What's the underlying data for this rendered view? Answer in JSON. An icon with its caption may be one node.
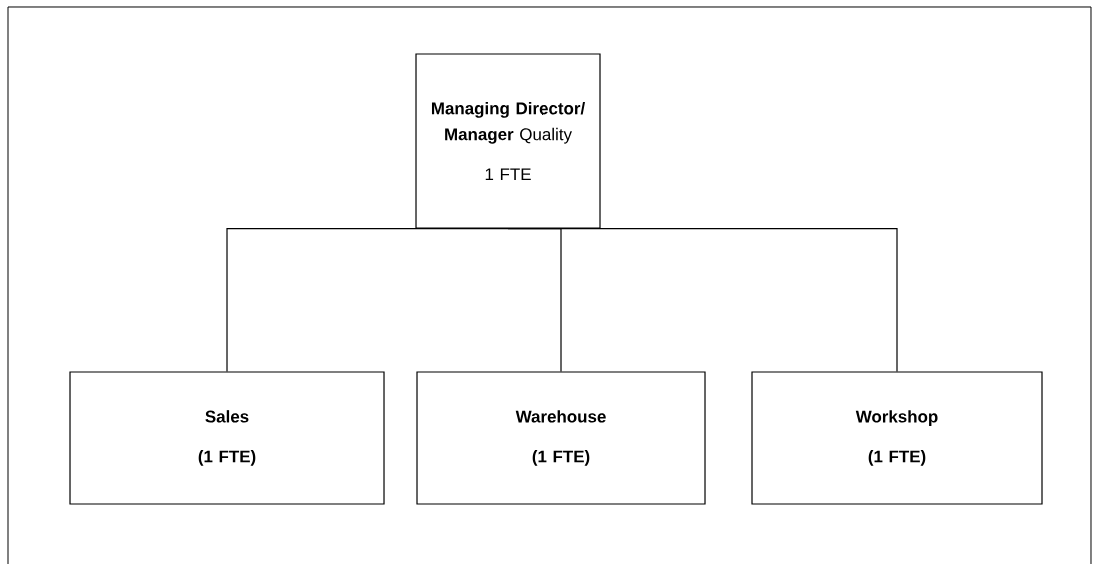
{
  "diagram": {
    "nodes": [
      {
        "text": [
          "**Managing Director/ Manager** Quality",
          "1 FTE"
        ]
      },
      {
        "text": [
          "**Sales**",
          "**(1 FTE)**"
        ]
      },
      {
        "text": [
          "**Warehouse**",
          "**(1 FTE)**"
        ]
      },
      {
        "text": [
          "**Workshop**",
          "**(1 FTE)**"
        ]
      }
    ],
    "edges": [
      {
        "from": 0,
        "to": 1,
        "arrow": "none"
      },
      {
        "from": 0,
        "to": 2,
        "arrow": "none"
      },
      {
        "from": 0,
        "to": 3,
        "arrow": "none"
      }
    ]
  }
}
